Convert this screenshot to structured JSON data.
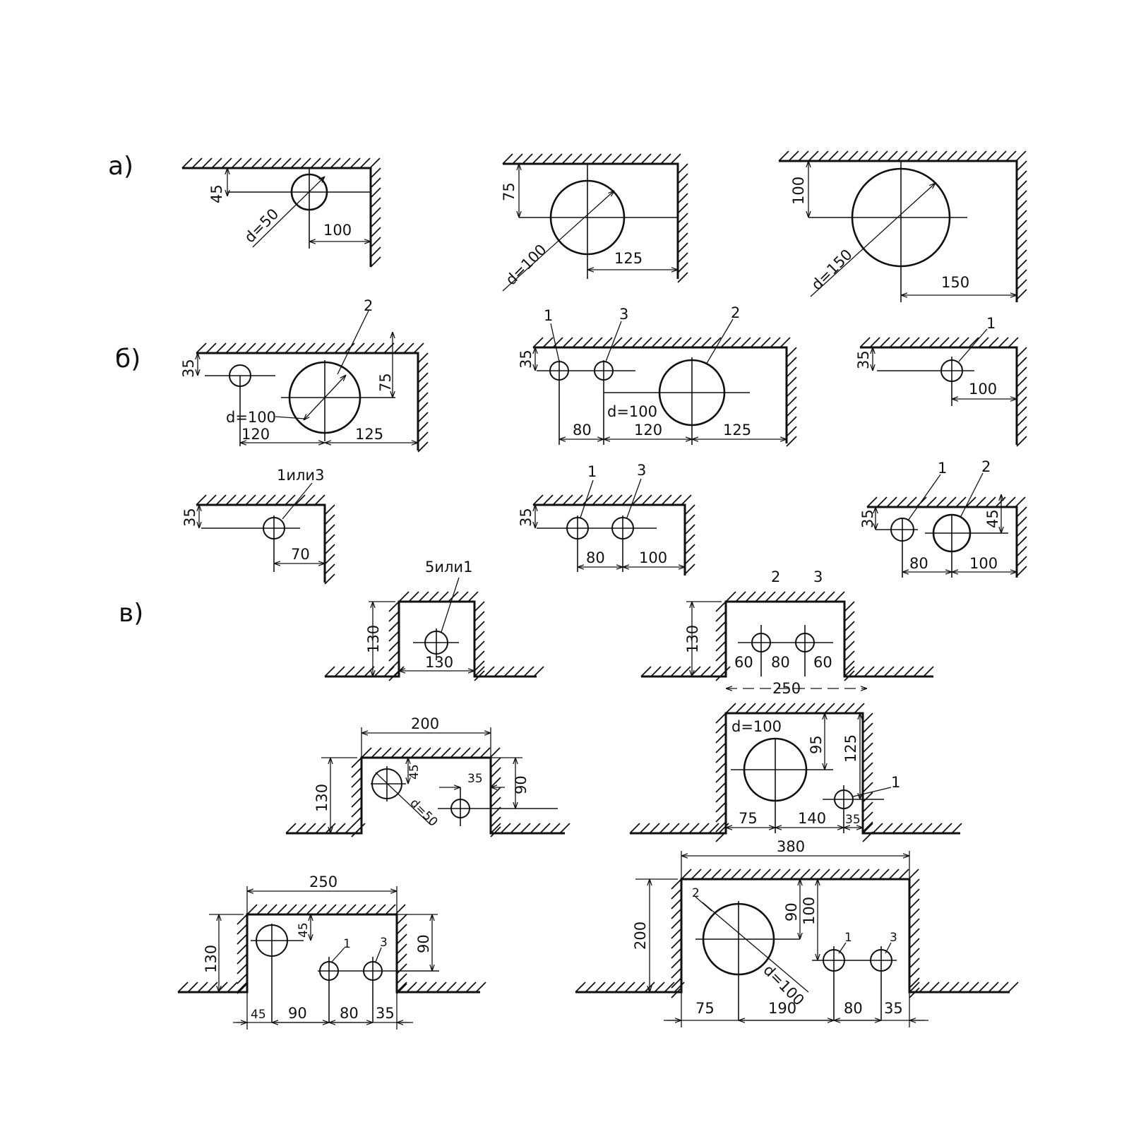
{
  "sections": {
    "a": "а)",
    "b": "б)",
    "v": "в)"
  },
  "a_row": {
    "p1": {
      "d": "d=50",
      "v": "45",
      "h": "100"
    },
    "p2": {
      "d": "d=100",
      "v": "75",
      "h": "125"
    },
    "p3": {
      "d": "d=150",
      "v": "100",
      "h": "150"
    }
  },
  "b_row1": {
    "p1": {
      "v1": "35",
      "v2": "75",
      "d": "d=100",
      "h1": "120",
      "h2": "125",
      "pos": "2"
    },
    "p2": {
      "v1": "35",
      "d": "d=100",
      "h1": "80",
      "h2": "120",
      "h3": "125",
      "pos1": "1",
      "pos3": "3",
      "pos2": "2"
    },
    "p3": {
      "v1": "35",
      "h1": "100",
      "pos": "1"
    }
  },
  "b_row2": {
    "p1": {
      "v1": "35",
      "h1": "70",
      "pos": "1или3"
    },
    "p2": {
      "v1": "35",
      "h1": "80",
      "h2": "100",
      "pos1": "1",
      "pos3": "3"
    },
    "p3": {
      "v1": "35",
      "v2": "45",
      "h1": "80",
      "h2": "100",
      "pos1": "1",
      "pos2": "2"
    }
  },
  "v_row1": {
    "p1": {
      "v": "130",
      "w": "130",
      "pos": "5или1"
    },
    "p2": {
      "v": "130",
      "h1": "60",
      "h2": "80",
      "h3": "60",
      "w": "250",
      "pos2": "2",
      "pos3": "3"
    }
  },
  "v_row2": {
    "p1": {
      "w": "200",
      "v": "130",
      "v2": "45",
      "h": "35",
      "d": "d=50",
      "v3": "90"
    },
    "p2": {
      "d": "d=100",
      "v1": "95",
      "v2": "125",
      "h1": "75",
      "h2": "140",
      "h3": "35",
      "pos": "1"
    }
  },
  "v_row3": {
    "p1": {
      "w": "250",
      "v": "130",
      "v2": "45",
      "v3": "90",
      "h1": "45",
      "h2": "90",
      "h3": "80",
      "h4": "35",
      "pos1": "1",
      "pos3": "3"
    },
    "p2": {
      "w": "380",
      "v": "200",
      "v2": "90",
      "v3": "100",
      "d": "d=100",
      "h1": "75",
      "h2": "190",
      "h3": "80",
      "h4": "35",
      "pos1": "1",
      "pos2": "2",
      "pos3": "3"
    }
  }
}
